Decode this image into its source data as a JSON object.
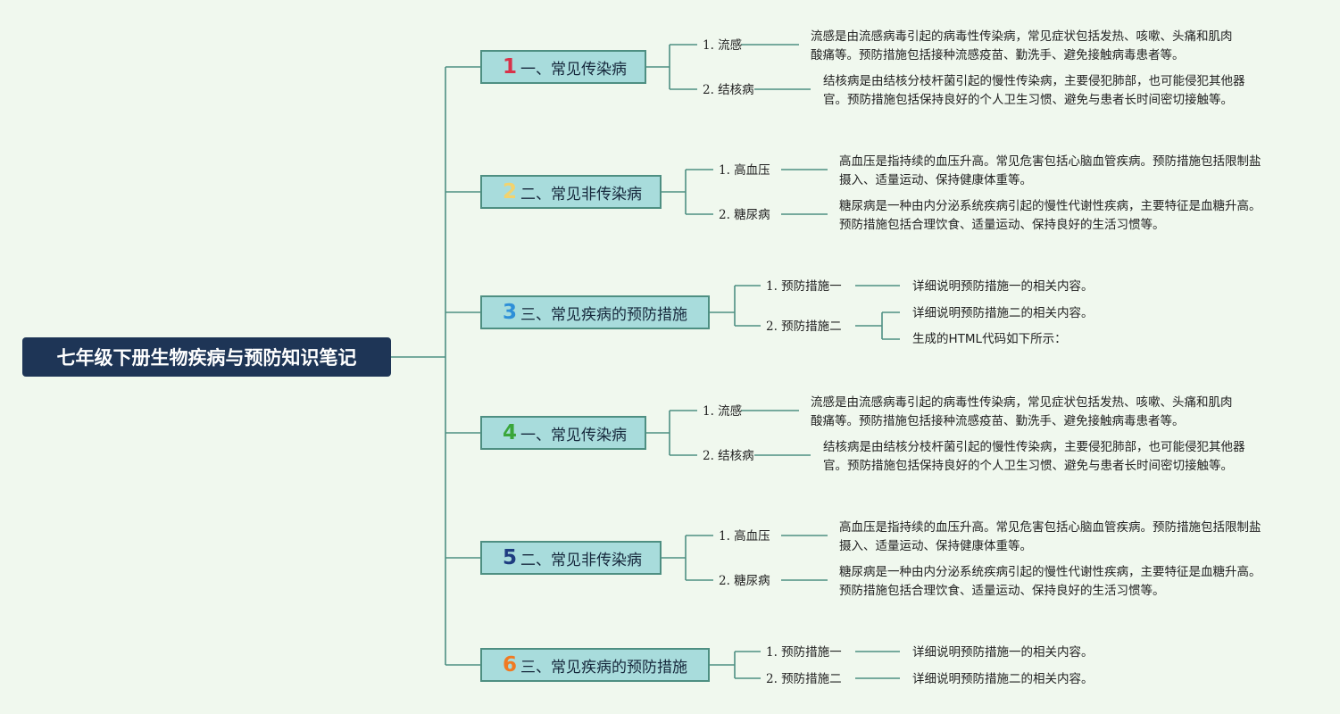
{
  "title": "七年级下册生物疾病与预防知识笔记",
  "colors": {
    "root_bg": "#1e3556",
    "branch_bg": "#a8dcdc",
    "branch_border": "#4e8f82",
    "line": "#4e8f82",
    "background": "#f0f8ee"
  },
  "branches": [
    {
      "number": "1",
      "number_color": "#d8324a",
      "label": "一、常见传染病",
      "children": [
        {
          "label": "1. 流感",
          "details": [
            "流感是由流感病毒引起的病毒性传染病，常见症状包括发热、咳嗽、头痛和肌肉",
            "酸痛等。预防措施包括接种流感疫苗、勤洗手、避免接触病毒患者等。"
          ]
        },
        {
          "label": "2. 结核病",
          "details": [
            "结核病是由结核分枝杆菌引起的慢性传染病，主要侵犯肺部，也可能侵犯其他器",
            "官。预防措施包括保持良好的个人卫生习惯、避免与患者长时间密切接触等。"
          ]
        }
      ]
    },
    {
      "number": "2",
      "number_color": "#f2d36e",
      "label": "二、常见非传染病",
      "children": [
        {
          "label": "1. 高血压",
          "details": [
            "高血压是指持续的血压升高。常见危害包括心脑血管疾病。预防措施包括限制盐",
            "摄入、适量运动、保持健康体重等。"
          ]
        },
        {
          "label": "2. 糖尿病",
          "details": [
            "糖尿病是一种由内分泌系统疾病引起的慢性代谢性疾病，主要特征是血糖升高。",
            "预防措施包括合理饮食、适量运动、保持良好的生活习惯等。"
          ]
        }
      ]
    },
    {
      "number": "3",
      "number_color": "#2e8fd8",
      "label": "三、常见疾病的预防措施",
      "children": [
        {
          "label": "1. 预防措施一",
          "details": [
            "详细说明预防措施一的相关内容。"
          ]
        },
        {
          "label": "2. 预防措施二",
          "details": [
            "详细说明预防措施二的相关内容。",
            "生成的HTML代码如下所示："
          ]
        }
      ]
    },
    {
      "number": "4",
      "number_color": "#3aa63a",
      "label": "一、常见传染病",
      "children": [
        {
          "label": "1. 流感",
          "details": [
            "流感是由流感病毒引起的病毒性传染病，常见症状包括发热、咳嗽、头痛和肌肉",
            "酸痛等。预防措施包括接种流感疫苗、勤洗手、避免接触病毒患者等。"
          ]
        },
        {
          "label": "2. 结核病",
          "details": [
            "结核病是由结核分枝杆菌引起的慢性传染病，主要侵犯肺部，也可能侵犯其他器",
            "官。预防措施包括保持良好的个人卫生习惯、避免与患者长时间密切接触等。"
          ]
        }
      ]
    },
    {
      "number": "5",
      "number_color": "#1e3c80",
      "label": "二、常见非传染病",
      "children": [
        {
          "label": "1. 高血压",
          "details": [
            "高血压是指持续的血压升高。常见危害包括心脑血管疾病。预防措施包括限制盐",
            "摄入、适量运动、保持健康体重等。"
          ]
        },
        {
          "label": "2. 糖尿病",
          "details": [
            "糖尿病是一种由内分泌系统疾病引起的慢性代谢性疾病，主要特征是血糖升高。",
            "预防措施包括合理饮食、适量运动、保持良好的生活习惯等。"
          ]
        }
      ]
    },
    {
      "number": "6",
      "number_color": "#f07a22",
      "label": "三、常见疾病的预防措施",
      "children": [
        {
          "label": "1. 预防措施一",
          "details": [
            "详细说明预防措施一的相关内容。"
          ]
        },
        {
          "label": "2. 预防措施二",
          "details": [
            "详细说明预防措施二的相关内容。"
          ]
        }
      ]
    }
  ]
}
